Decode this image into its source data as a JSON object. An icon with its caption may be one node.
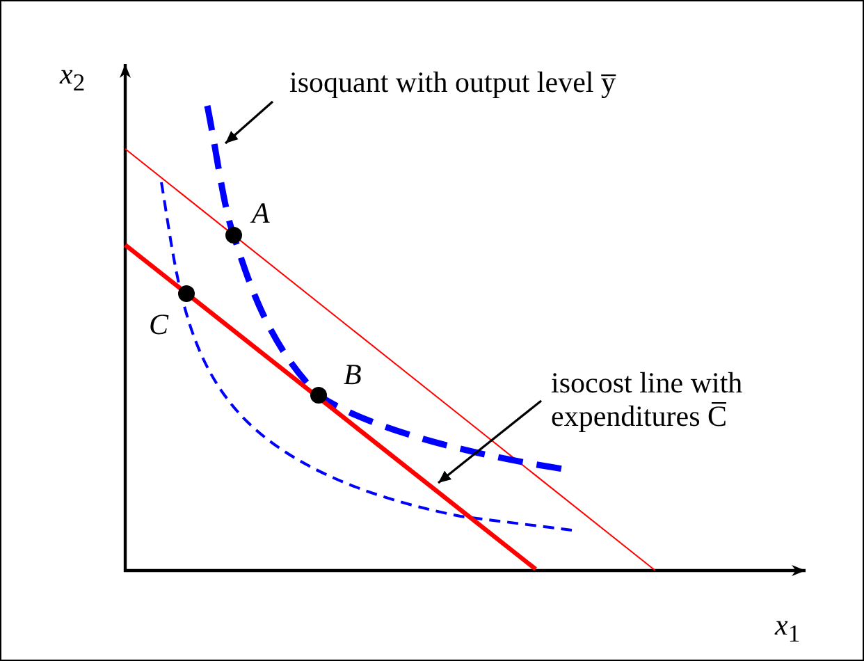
{
  "diagram": {
    "nodes": [
      {
        "text": [
          "isoquant with output level y̅"
        ]
      },
      {
        "text": [],
        "shape": "curve"
      },
      {
        "text": [
          "isocost line with expenditures C̅"
        ]
      },
      {
        "text": [],
        "shape": "line"
      }
    ],
    "edges": [
      {
        "from": 0,
        "to": 1,
        "arrow": "to"
      },
      {
        "from": 2,
        "to": 3,
        "arrow": "to"
      }
    ],
    "labels": [
      "*x*$_{2}$",
      "A",
      "C",
      "B",
      "*x*$_{1}$"
    ]
  }
}
